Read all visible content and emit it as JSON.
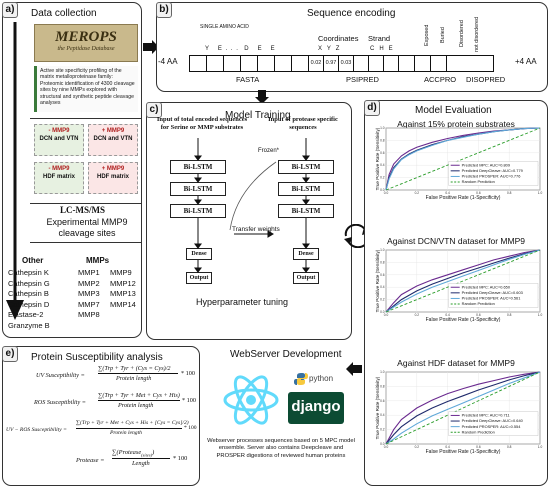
{
  "panels": {
    "a": {
      "label": "a)",
      "title": "Data collection",
      "merops_title": "MEROPS",
      "merops_sub": "the Peptidase Database",
      "paper_text": "Active site specificity profiling of the matrix metalloproteinase family: Proteomic identification of 4300 cleavage sites by nine MMPs explored with structural and synthetic peptide cleavage analyses",
      "matrix_boxes": [
        {
          "title": "- MMP9",
          "body": "DCN and VTN"
        },
        {
          "title": "+ MMP9",
          "body": "DCN and VTN"
        },
        {
          "title": "- MMP9",
          "body": "HDF matrix"
        },
        {
          "title": "+ MMP9",
          "body": "HDF matrix"
        }
      ],
      "lcms": "LC-MS/MS",
      "exp_title": "Experimental MMP9 cleavage sites",
      "other_header": "Other",
      "mmps_header": "MMPs",
      "other_list": [
        "Cathepsin K",
        "Cathepsin G",
        "Cathepsin B",
        "Cathepsin D",
        "Elastase-2",
        "Granzyme B"
      ],
      "mmps_col1": [
        "MMP1",
        "MMP2",
        "MMP3",
        "MMP7",
        "MMP8"
      ],
      "mmps_col2": [
        "MMP9",
        "MMP12",
        "MMP13",
        "MMP14"
      ]
    },
    "b": {
      "label": "b)",
      "title": "Sequence encoding",
      "single_aa": "SINGLE AMINO ACID",
      "fasta_letters": "Y   E . . .  D   E   E",
      "coordinates": "Coordinates",
      "coord_letters": "X   Y   Z",
      "coord_values": [
        "0.02",
        "0.97",
        "0.03"
      ],
      "strand": "Strand",
      "strand_letters": "C   H   E",
      "exposed": "Exposed",
      "buried": "Buried",
      "disordered": "Disordered",
      "not_disordered": "not disordered",
      "minus4": "-4 AA",
      "plus4": "+4 AA",
      "fasta": "FASTA",
      "psipred": "PSIPRED",
      "accpro": "ACCPRO",
      "disopred": "DISOPRED"
    },
    "c": {
      "label": "c)",
      "title": "Model Training",
      "left_input": "Input of total encoded sequences for Serine or MMP substrates",
      "right_input": "Input of protease specific sequences",
      "frozen": "Frozen*",
      "left_layers": [
        "Bi-LSTM",
        "Bi-LSTM",
        "Bi-LSTM",
        "Dense",
        "Output"
      ],
      "right_layers": [
        "Bi-LSTM",
        "Bi-LSTM",
        "Bi-LSTM",
        "Dense",
        "Output"
      ],
      "transfer": "Transfer weights",
      "tuning": "Hyperparameter tuning"
    },
    "d": {
      "label": "d)",
      "title": "Model Evaluation",
      "xlabel": "False Positive Rate (1-Specificity)",
      "ylabel": "True Positive Rate (Sensitivity)",
      "ticks_x": [
        "0.0",
        "0.2",
        "0.4",
        "0.6",
        "0.8",
        "1.0"
      ],
      "ticks_y": [
        "0.0",
        "0.2",
        "0.4",
        "0.6",
        "0.8",
        "1.0"
      ]
    },
    "e": {
      "label": "e)",
      "title": "Protein Susceptibility analysis",
      "uv_lhs": "UV Susceptibility =",
      "uv_num": "∑(Trp + Tyr + (Cys = Cys)/2",
      "uv_den": "Protein length",
      "uv_tail": "* 100",
      "ros_lhs": "ROS Susceptibility =",
      "ros_num": "∑(Trp + Tyr + Met + Cys + His)",
      "ros_den": "Protein length",
      "ros_tail": "* 100",
      "uvros_lhs": "UV − ROS Susceptibility =",
      "uvros_num": "∑(Trp + Tyr + Met + Cys + His + [Cys = Cys]/2)",
      "uvros_den": "Protein length",
      "uvros_tail": "* 100",
      "prot_lhs": "Protease =",
      "prot_num": "∑(Protease",
      "prot_sub": "(sites)",
      "prot_num_end": ")",
      "prot_den": "Length",
      "prot_tail": "* 100"
    },
    "web": {
      "title": "WebServer Development",
      "python": "python",
      "django": "django",
      "description": "Webserver processes sequences based on 5 MPC model ensemble. Server also contains Deepcleave and PROSPER digestions of reviewed human proteins"
    }
  },
  "chart_data": [
    {
      "type": "line",
      "title": "Against 15% protein substrates",
      "xlabel": "False Positive Rate (1-Specificity)",
      "ylabel": "True Positive Rate (Sensitivity)",
      "xlim": [
        0,
        1
      ],
      "ylim": [
        0,
        1
      ],
      "series": [
        {
          "name": "Predicted MPC: AUC=0.809",
          "color": "#6a2a8f",
          "x": [
            0,
            0.02,
            0.05,
            0.1,
            0.15,
            0.2,
            0.3,
            0.4,
            0.5,
            0.6,
            0.7,
            0.8,
            0.9,
            1.0
          ],
          "y": [
            0,
            0.25,
            0.42,
            0.55,
            0.63,
            0.69,
            0.77,
            0.83,
            0.88,
            0.92,
            0.95,
            0.97,
            0.99,
            1.0
          ]
        },
        {
          "name": "Predicted DeepCleave: AUC=0.779",
          "color": "#1f2a6b",
          "x": [
            0,
            0.02,
            0.05,
            0.1,
            0.15,
            0.2,
            0.3,
            0.4,
            0.5,
            0.6,
            0.7,
            0.8,
            0.9,
            1.0
          ],
          "y": [
            0,
            0.2,
            0.36,
            0.5,
            0.58,
            0.64,
            0.73,
            0.8,
            0.86,
            0.9,
            0.94,
            0.97,
            0.99,
            1.0
          ]
        },
        {
          "name": "Predicted PROSPER: AUC=0.776",
          "color": "#5fa8d8",
          "x": [
            0,
            0.02,
            0.05,
            0.1,
            0.15,
            0.2,
            0.3,
            0.4,
            0.5,
            0.6,
            0.7,
            0.8,
            0.9,
            1.0
          ],
          "y": [
            0,
            0.18,
            0.34,
            0.49,
            0.57,
            0.63,
            0.72,
            0.8,
            0.85,
            0.9,
            0.94,
            0.97,
            0.99,
            1.0
          ]
        },
        {
          "name": "Random Prediction",
          "color": "#2a9d2a",
          "dashed": true,
          "x": [
            0,
            1
          ],
          "y": [
            0,
            1
          ]
        }
      ]
    },
    {
      "type": "line",
      "title": "Against DCN/VTN dataset for MMP9",
      "xlabel": "False Positive Rate (1-Specificity)",
      "ylabel": "True Positive Rate (Sensitivity)",
      "xlim": [
        0,
        1
      ],
      "ylim": [
        0,
        1
      ],
      "series": [
        {
          "name": "Predicted MPC: AUC=0.650",
          "color": "#6a2a8f",
          "x": [
            0,
            0.05,
            0.1,
            0.2,
            0.3,
            0.4,
            0.5,
            0.6,
            0.7,
            0.8,
            0.9,
            1.0
          ],
          "y": [
            0,
            0.15,
            0.28,
            0.42,
            0.52,
            0.6,
            0.68,
            0.76,
            0.84,
            0.9,
            0.96,
            1.0
          ]
        },
        {
          "name": "Predicted DeepCleave: AUC=0.603",
          "color": "#1f2a6b",
          "x": [
            0,
            0.05,
            0.1,
            0.2,
            0.3,
            0.4,
            0.5,
            0.6,
            0.7,
            0.8,
            0.9,
            1.0
          ],
          "y": [
            0,
            0.1,
            0.2,
            0.34,
            0.45,
            0.54,
            0.63,
            0.71,
            0.79,
            0.87,
            0.94,
            1.0
          ]
        },
        {
          "name": "Predicted PROSPER: AUC=0.561",
          "color": "#5fa8d8",
          "x": [
            0,
            0.05,
            0.1,
            0.2,
            0.3,
            0.4,
            0.5,
            0.6,
            0.7,
            0.8,
            0.9,
            1.0
          ],
          "y": [
            0,
            0.08,
            0.16,
            0.29,
            0.4,
            0.49,
            0.58,
            0.67,
            0.76,
            0.85,
            0.93,
            1.0
          ]
        },
        {
          "name": "Random Prediction",
          "color": "#2a9d2a",
          "dashed": true,
          "x": [
            0,
            1
          ],
          "y": [
            0,
            1
          ]
        }
      ]
    },
    {
      "type": "line",
      "title": "Against HDF dataset for MMP9",
      "xlabel": "False Positive Rate (1-Specificity)",
      "ylabel": "True Positive Rate (Sensitivity)",
      "xlim": [
        0,
        1
      ],
      "ylim": [
        0,
        1
      ],
      "series": [
        {
          "name": "Predicted MPC: AUC=0.711",
          "color": "#6a2a8f",
          "x": [
            0,
            0.05,
            0.1,
            0.2,
            0.3,
            0.4,
            0.5,
            0.6,
            0.7,
            0.8,
            0.9,
            1.0
          ],
          "y": [
            0,
            0.2,
            0.34,
            0.5,
            0.61,
            0.7,
            0.77,
            0.83,
            0.88,
            0.93,
            0.97,
            1.0
          ]
        },
        {
          "name": "Predicted DeepCleave: AUC=0.640",
          "color": "#1f2a6b",
          "x": [
            0,
            0.05,
            0.1,
            0.2,
            0.3,
            0.4,
            0.5,
            0.6,
            0.7,
            0.8,
            0.9,
            1.0
          ],
          "y": [
            0,
            0.13,
            0.24,
            0.39,
            0.5,
            0.59,
            0.67,
            0.75,
            0.82,
            0.89,
            0.95,
            1.0
          ]
        },
        {
          "name": "Predicted PROSPER: AUC=0.554",
          "color": "#5fa8d8",
          "x": [
            0,
            0.05,
            0.1,
            0.2,
            0.3,
            0.4,
            0.5,
            0.6,
            0.7,
            0.8,
            0.9,
            1.0
          ],
          "y": [
            0,
            0.07,
            0.15,
            0.28,
            0.39,
            0.48,
            0.57,
            0.66,
            0.75,
            0.84,
            0.92,
            1.0
          ]
        },
        {
          "name": "Random Prediction",
          "color": "#2a9d2a",
          "dashed": true,
          "x": [
            0,
            1
          ],
          "y": [
            0,
            1
          ]
        }
      ]
    }
  ]
}
